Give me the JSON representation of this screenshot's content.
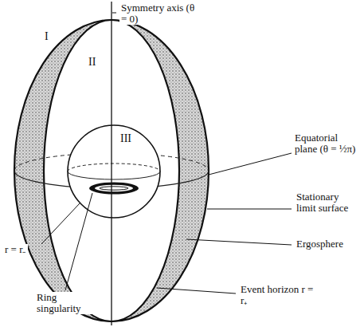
{
  "diagram": {
    "labels": [
      "Symmetry axis (θ = 0)",
      "I",
      "II",
      "III",
      "Equatorial plane (θ = ½π)",
      "Stationary limit surface",
      "Ergosphere",
      "Event horizon r = r₊",
      "r = r₋",
      "Ring singularity"
    ]
  }
}
